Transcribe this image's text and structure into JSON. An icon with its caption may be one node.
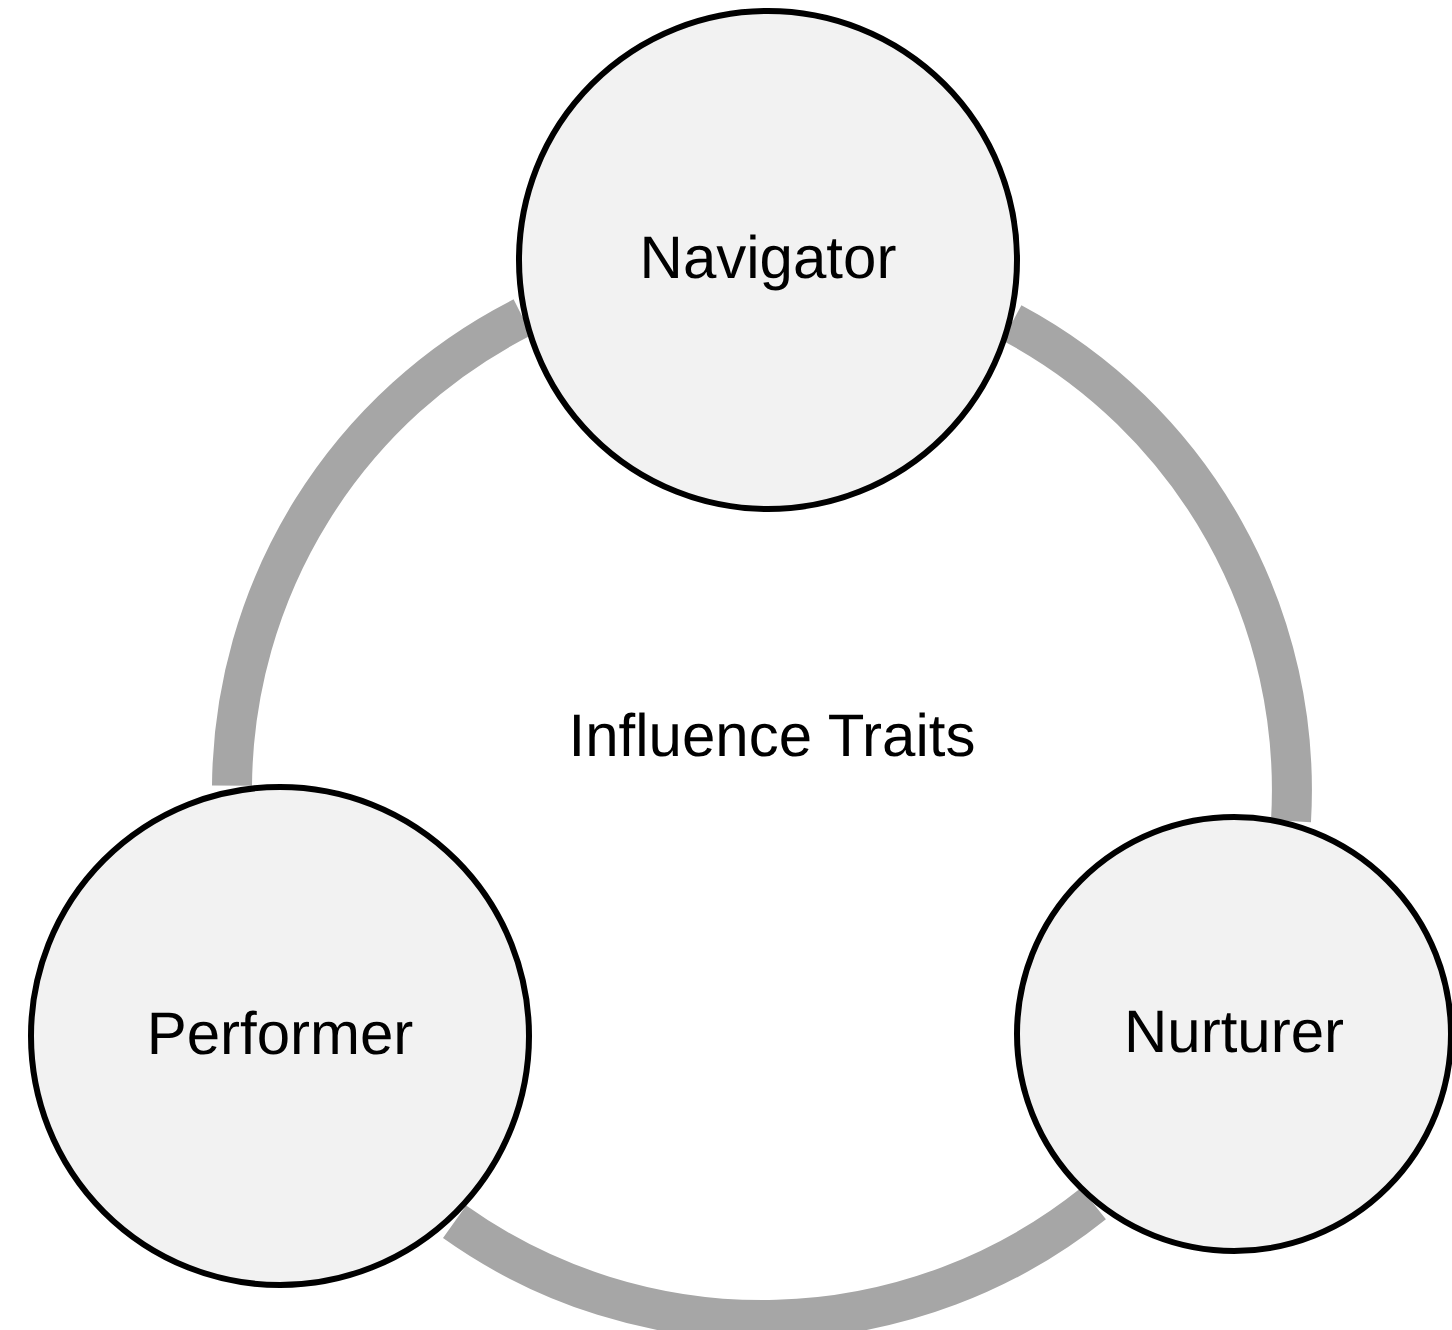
{
  "diagram": {
    "nodes": [
      {
        "text": [
          "Navigator"
        ]
      },
      {
        "text": [
          "Performer"
        ]
      },
      {
        "text": [
          "Nurturer"
        ]
      }
    ],
    "edges": [
      {
        "from": 0,
        "to": 2,
        "arrow": "none"
      },
      {
        "from": 2,
        "to": 1,
        "arrow": "none"
      },
      {
        "from": 1,
        "to": 0,
        "arrow": "none"
      }
    ],
    "labels": [
      "Influence Traits"
    ]
  }
}
